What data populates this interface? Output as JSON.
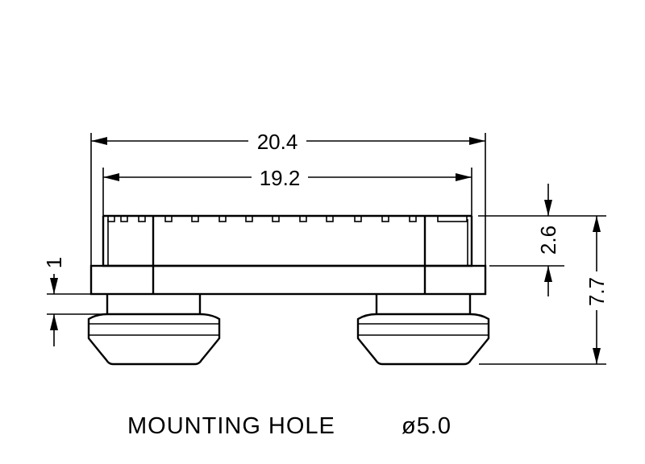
{
  "drawing": {
    "dimensions": {
      "overall_width": "20.4",
      "inner_width": "19.2",
      "top_height": "2.6",
      "total_height": "7.7",
      "flange_thickness": "1"
    },
    "caption": {
      "text": "MOUNTING HOLE",
      "diameter": "ø5.0"
    },
    "line_color": "#000000",
    "background": "#ffffff"
  }
}
